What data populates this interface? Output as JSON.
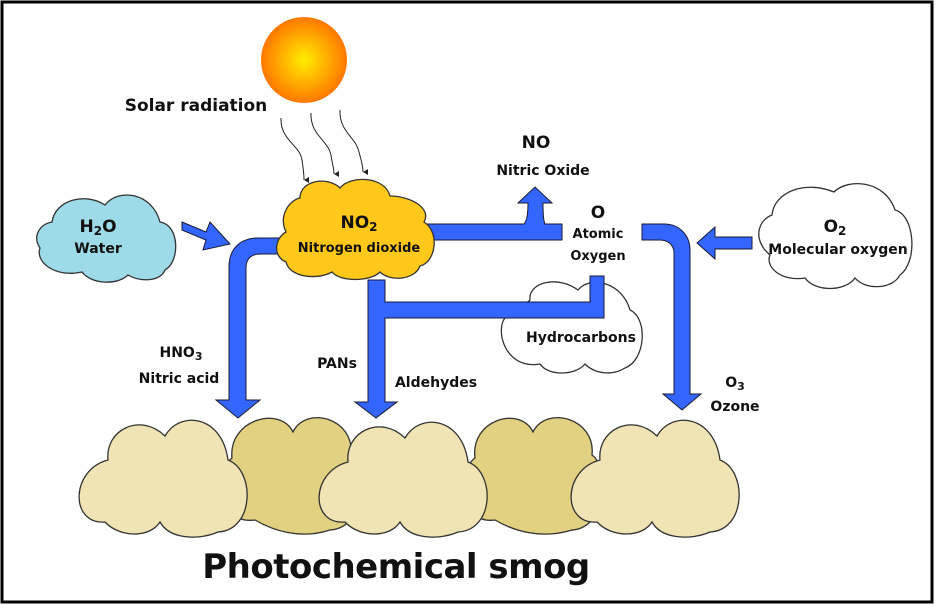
{
  "diagram": {
    "title": "Photochemical smog",
    "colors": {
      "flow_arrow": "#3366ff",
      "water_cloud": "#9ddbe8",
      "no2_cloud": "#ffc81a",
      "smog_light": "#f0e4b4",
      "smog_dark": "#e2d180",
      "sun_center": "#ffee00",
      "sun_edge": "#ff7700",
      "white_cloud": "#ffffff"
    },
    "sun": {
      "label": "Solar radiation",
      "icon": "sun-icon"
    },
    "nodes": {
      "water": {
        "formula": "H",
        "sub": "2",
        "formula_tail": "O",
        "name": "Water"
      },
      "no2": {
        "formula": "NO",
        "sub": "2",
        "name": "Nitrogen dioxide"
      },
      "no": {
        "formula": "NO",
        "name": "Nitric Oxide"
      },
      "atomic_oxygen": {
        "formula": "O",
        "name_line1": "Atomic",
        "name_line2": "Oxygen"
      },
      "o2": {
        "formula": "O",
        "sub": "2",
        "name": "Molecular oxygen"
      },
      "hydrocarbons": {
        "name": "Hydrocarbons"
      },
      "hno3": {
        "formula": "HNO",
        "sub": "3",
        "name": "Nitric acid"
      },
      "pans": {
        "name": "PANs"
      },
      "aldehydes": {
        "name": "Aldehydes"
      },
      "o3": {
        "formula": "O",
        "sub": "3",
        "name": "Ozone"
      }
    },
    "flows": [
      {
        "from": "water",
        "to": "no2"
      },
      {
        "from": "no2",
        "to": "no"
      },
      {
        "from": "no2",
        "to": "atomic_oxygen"
      },
      {
        "from": "no2",
        "to": "hno3"
      },
      {
        "from": "atomic_oxygen",
        "to": "pans_aldehydes"
      },
      {
        "from": "hydrocarbons",
        "to": "pans_aldehydes"
      },
      {
        "from": "atomic_oxygen",
        "to": "o3"
      },
      {
        "from": "o2",
        "to": "o3"
      },
      {
        "from": "sun",
        "to": "no2"
      }
    ]
  }
}
